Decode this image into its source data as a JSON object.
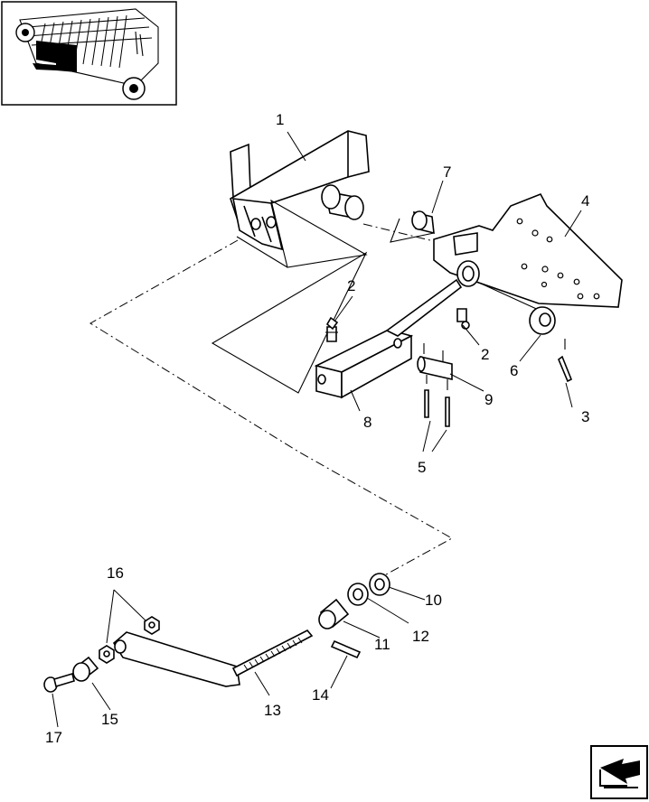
{
  "callouts": [
    {
      "id": "1",
      "label": "1"
    },
    {
      "id": "2a",
      "label": "2"
    },
    {
      "id": "2b",
      "label": "2"
    },
    {
      "id": "3",
      "label": "3"
    },
    {
      "id": "4",
      "label": "4"
    },
    {
      "id": "5",
      "label": "5"
    },
    {
      "id": "6",
      "label": "6"
    },
    {
      "id": "7",
      "label": "7"
    },
    {
      "id": "8",
      "label": "8"
    },
    {
      "id": "9",
      "label": "9"
    },
    {
      "id": "10",
      "label": "10"
    },
    {
      "id": "11",
      "label": "11"
    },
    {
      "id": "12",
      "label": "12"
    },
    {
      "id": "13",
      "label": "13"
    },
    {
      "id": "14",
      "label": "14"
    },
    {
      "id": "15",
      "label": "15"
    },
    {
      "id": "16",
      "label": "16"
    },
    {
      "id": "17",
      "label": "17"
    }
  ],
  "icons": {
    "thumbnail": "machine-thumbnail-icon",
    "navigation": "next-page-arrow-icon"
  }
}
